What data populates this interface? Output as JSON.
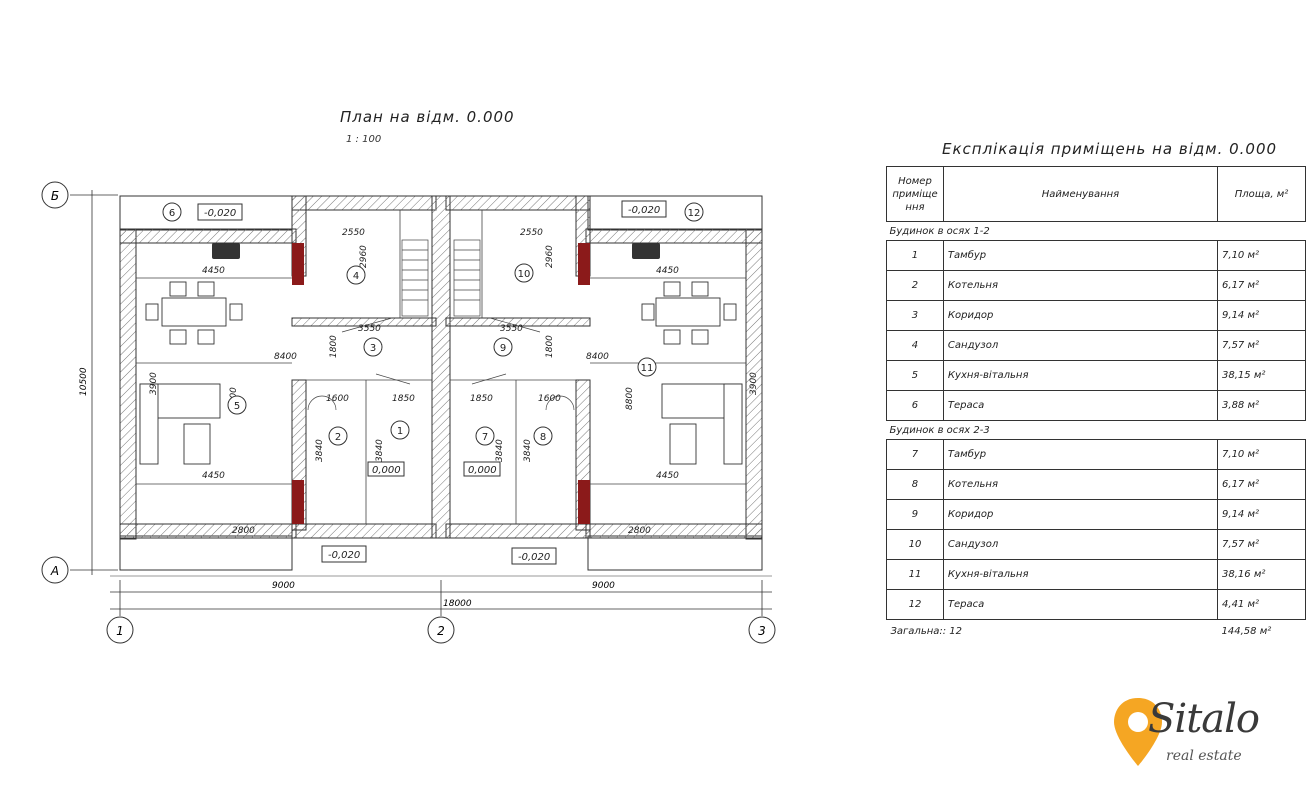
{
  "plan": {
    "title": "План на відм. 0.000",
    "scale": "1 : 100",
    "axes": {
      "rows": [
        "Б",
        "А"
      ],
      "cols": [
        "1",
        "2",
        "3"
      ]
    },
    "dims": {
      "overall_height": "10500",
      "half_width_left": "9000",
      "half_width_right": "9000",
      "total_width": "18000",
      "kitchen_width_top_left": "4450",
      "kitchen_width_top_right": "4450",
      "kitchen_width_bottom_left": "4450",
      "kitchen_width_bottom_right": "4450",
      "room_width_left": "8400",
      "room_width_right": "8400",
      "bath_left": "2550",
      "bath_right": "2550",
      "bath_h_left": "2960",
      "bath_h_right": "2960",
      "corr_left": "3550",
      "corr_right": "3550",
      "corr_h_left": "1800",
      "corr_h_right": "1800",
      "boiler_w_left": "1600",
      "boiler_w_right": "1600",
      "vest_w_left": "1850",
      "vest_w_right": "1850",
      "h_left": "3840",
      "h_right": "3840",
      "h_left2": "3840",
      "h_right2": "3840",
      "terrace_left": "2800",
      "terrace_right": "2800",
      "living_h_left": "8800",
      "living_h_right": "8800",
      "side_left": "3900",
      "side_right": "3900"
    },
    "levels": {
      "terrace_top_left": "-0,020",
      "terrace_top_right": "-0,020",
      "entry_left": "-0,020",
      "entry_right": "-0,020",
      "floor_left": "0,000",
      "floor_right": "0,000"
    },
    "room_tags": [
      "1",
      "2",
      "3",
      "4",
      "5",
      "6",
      "7",
      "8",
      "9",
      "10",
      "11",
      "12"
    ]
  },
  "table": {
    "title": "Експлікація приміщень на відм. 0.000",
    "headers": {
      "num": "Номер приміще ння",
      "name": "Найменування",
      "area": "Площа, м²"
    },
    "sections": [
      {
        "title": "Будинок в осях 1-2",
        "rows": [
          {
            "num": "1",
            "name": "Тамбур",
            "area": "7,10 м²"
          },
          {
            "num": "2",
            "name": "Котельня",
            "area": "6,17 м²"
          },
          {
            "num": "3",
            "name": "Коридор",
            "area": "9,14 м²"
          },
          {
            "num": "4",
            "name": "Сандузол",
            "area": "7,57 м²"
          },
          {
            "num": "5",
            "name": "Кухня-вітальня",
            "area": "38,15 м²"
          },
          {
            "num": "6",
            "name": "Тераса",
            "area": "3,88 м²"
          }
        ]
      },
      {
        "title": "Будинок в осях 2-3",
        "rows": [
          {
            "num": "7",
            "name": "Тамбур",
            "area": "7,10 м²"
          },
          {
            "num": "8",
            "name": "Котельня",
            "area": "6,17 м²"
          },
          {
            "num": "9",
            "name": "Коридор",
            "area": "9,14 м²"
          },
          {
            "num": "10",
            "name": "Сандузол",
            "area": "7,57 м²"
          },
          {
            "num": "11",
            "name": "Кухня-вітальня",
            "area": "38,16 м²"
          },
          {
            "num": "12",
            "name": "Тераса",
            "area": "4,41 м²"
          }
        ]
      }
    ],
    "footer": {
      "label": "Загальна:: 12",
      "total": "144,58 м²"
    }
  },
  "logo": {
    "word": "Sitalo",
    "sub": "real estate",
    "accent": "#f5a623"
  },
  "colors": {
    "line": "#333333",
    "hatch": "#777777",
    "red_block": "#8b1a1a"
  }
}
